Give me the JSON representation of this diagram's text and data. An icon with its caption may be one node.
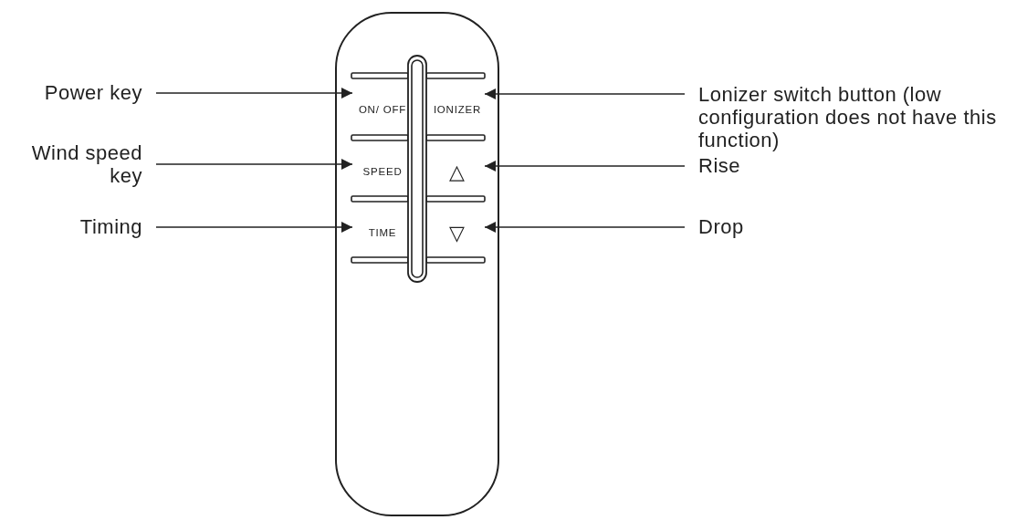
{
  "diagram": {
    "nodes": [
      {
        "text": [],
        "shape": "box"
      },
      {
        "text": [
          "ON/ OFF"
        ],
        "in": 0
      },
      {
        "text": [
          "IONIZER"
        ],
        "in": 0
      },
      {
        "text": [
          "SPEED"
        ],
        "in": 0
      },
      {
        "text": [
          "△"
        ],
        "in": 0
      },
      {
        "text": [
          "TIME"
        ],
        "in": 0
      },
      {
        "text": [
          "▽"
        ],
        "in": 0
      },
      {
        "text": [
          "Power key"
        ]
      },
      {
        "text": [
          "Wind speed key"
        ]
      },
      {
        "text": [
          "Timing"
        ]
      },
      {
        "text": [
          "Lonizer switch button (low configuration does not have this function)"
        ]
      },
      {
        "text": [
          "Rise"
        ]
      },
      {
        "text": [
          "Drop"
        ]
      }
    ],
    "edges": [
      {
        "from": 7,
        "to": 1,
        "arrow": "to"
      },
      {
        "from": 8,
        "to": 3,
        "arrow": "to"
      },
      {
        "from": 9,
        "to": 5,
        "arrow": "to"
      },
      {
        "from": 10,
        "to": 2,
        "arrow": "to"
      },
      {
        "from": 11,
        "to": 4,
        "arrow": "to"
      },
      {
        "from": 12,
        "to": 6,
        "arrow": "to"
      }
    ]
  }
}
